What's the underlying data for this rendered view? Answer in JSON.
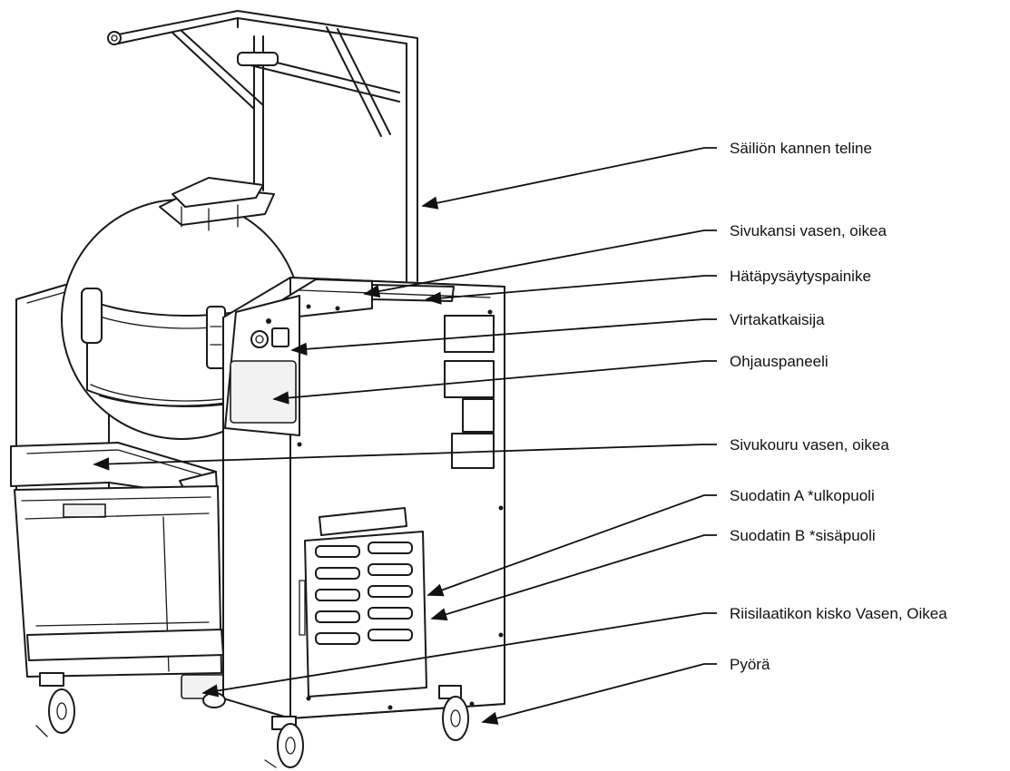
{
  "callouts": [
    {
      "id": "lid-holder",
      "text": "Säiliön kannen teline"
    },
    {
      "id": "side-cover",
      "text": "Sivukansi vasen, oikea"
    },
    {
      "id": "emergency-stop",
      "text": "Hätäpysäytyspainike"
    },
    {
      "id": "power-switch",
      "text": "Virtakatkaisija"
    },
    {
      "id": "control-panel",
      "text": "Ohjauspaneeli"
    },
    {
      "id": "side-chute",
      "text": "Sivukouru vasen, oikea"
    },
    {
      "id": "filter-a",
      "text": "Suodatin A *ulkopuoli"
    },
    {
      "id": "filter-b",
      "text": "Suodatin B *sisäpuoli"
    },
    {
      "id": "rice-box-rail",
      "text": "Riisilaatikon kisko Vasen, Oikea"
    },
    {
      "id": "wheel",
      "text": "Pyörä"
    }
  ]
}
